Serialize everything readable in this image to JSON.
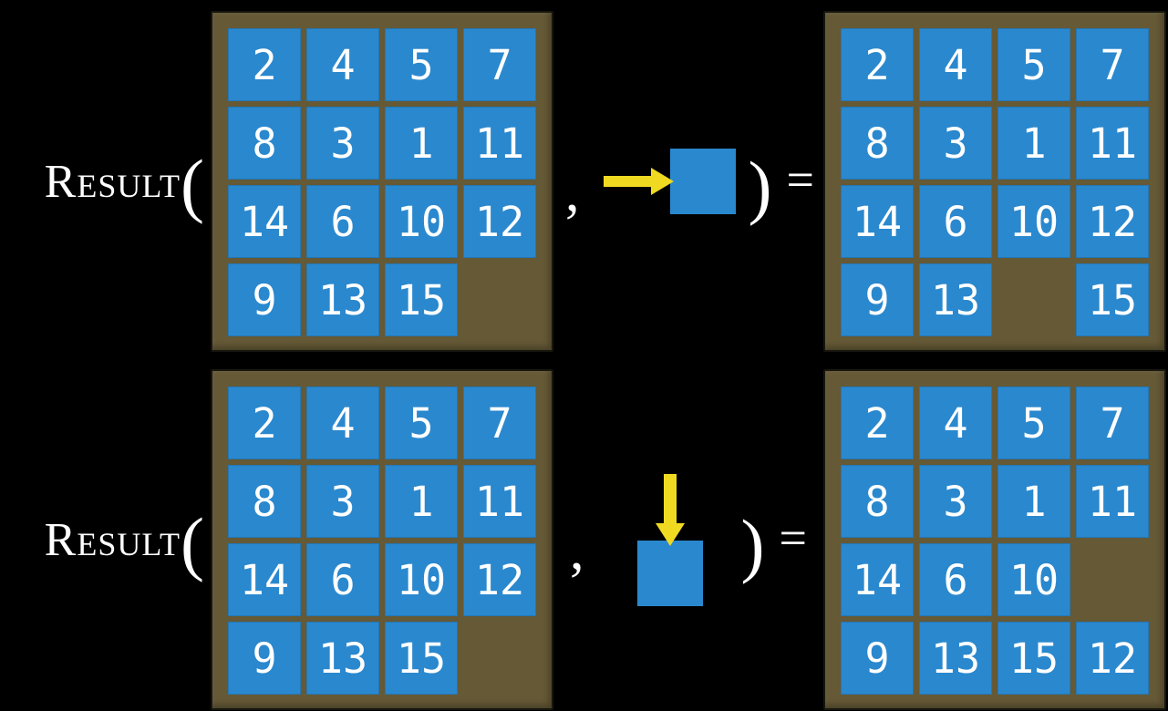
{
  "colors": {
    "background": "#000000",
    "tile_blue": "#2a88ce",
    "frame_brown": "#655936",
    "arrow_yellow": "#f0da21",
    "text_white": "#ffffff"
  },
  "equations": [
    {
      "function_label": "Result",
      "open_paren": "(",
      "comma": ",",
      "close_paren": ")",
      "equals": "=",
      "action": {
        "icon": "right-arrow-icon",
        "direction": "right"
      },
      "input_grid": {
        "rows": [
          [
            "2",
            "4",
            "5",
            "7"
          ],
          [
            "8",
            "3",
            "1",
            "11"
          ],
          [
            "14",
            "6",
            "10",
            "12"
          ],
          [
            "9",
            "13",
            "15",
            ""
          ]
        ]
      },
      "output_grid": {
        "rows": [
          [
            "2",
            "4",
            "5",
            "7"
          ],
          [
            "8",
            "3",
            "1",
            "11"
          ],
          [
            "14",
            "6",
            "10",
            "12"
          ],
          [
            "9",
            "13",
            "",
            "15"
          ]
        ]
      }
    },
    {
      "function_label": "Result",
      "open_paren": "(",
      "comma": ",",
      "close_paren": ")",
      "equals": "=",
      "action": {
        "icon": "down-arrow-icon",
        "direction": "down"
      },
      "input_grid": {
        "rows": [
          [
            "2",
            "4",
            "5",
            "7"
          ],
          [
            "8",
            "3",
            "1",
            "11"
          ],
          [
            "14",
            "6",
            "10",
            "12"
          ],
          [
            "9",
            "13",
            "15",
            ""
          ]
        ]
      },
      "output_grid": {
        "rows": [
          [
            "2",
            "4",
            "5",
            "7"
          ],
          [
            "8",
            "3",
            "1",
            "11"
          ],
          [
            "14",
            "6",
            "10",
            ""
          ],
          [
            "9",
            "13",
            "15",
            "12"
          ]
        ]
      }
    }
  ]
}
